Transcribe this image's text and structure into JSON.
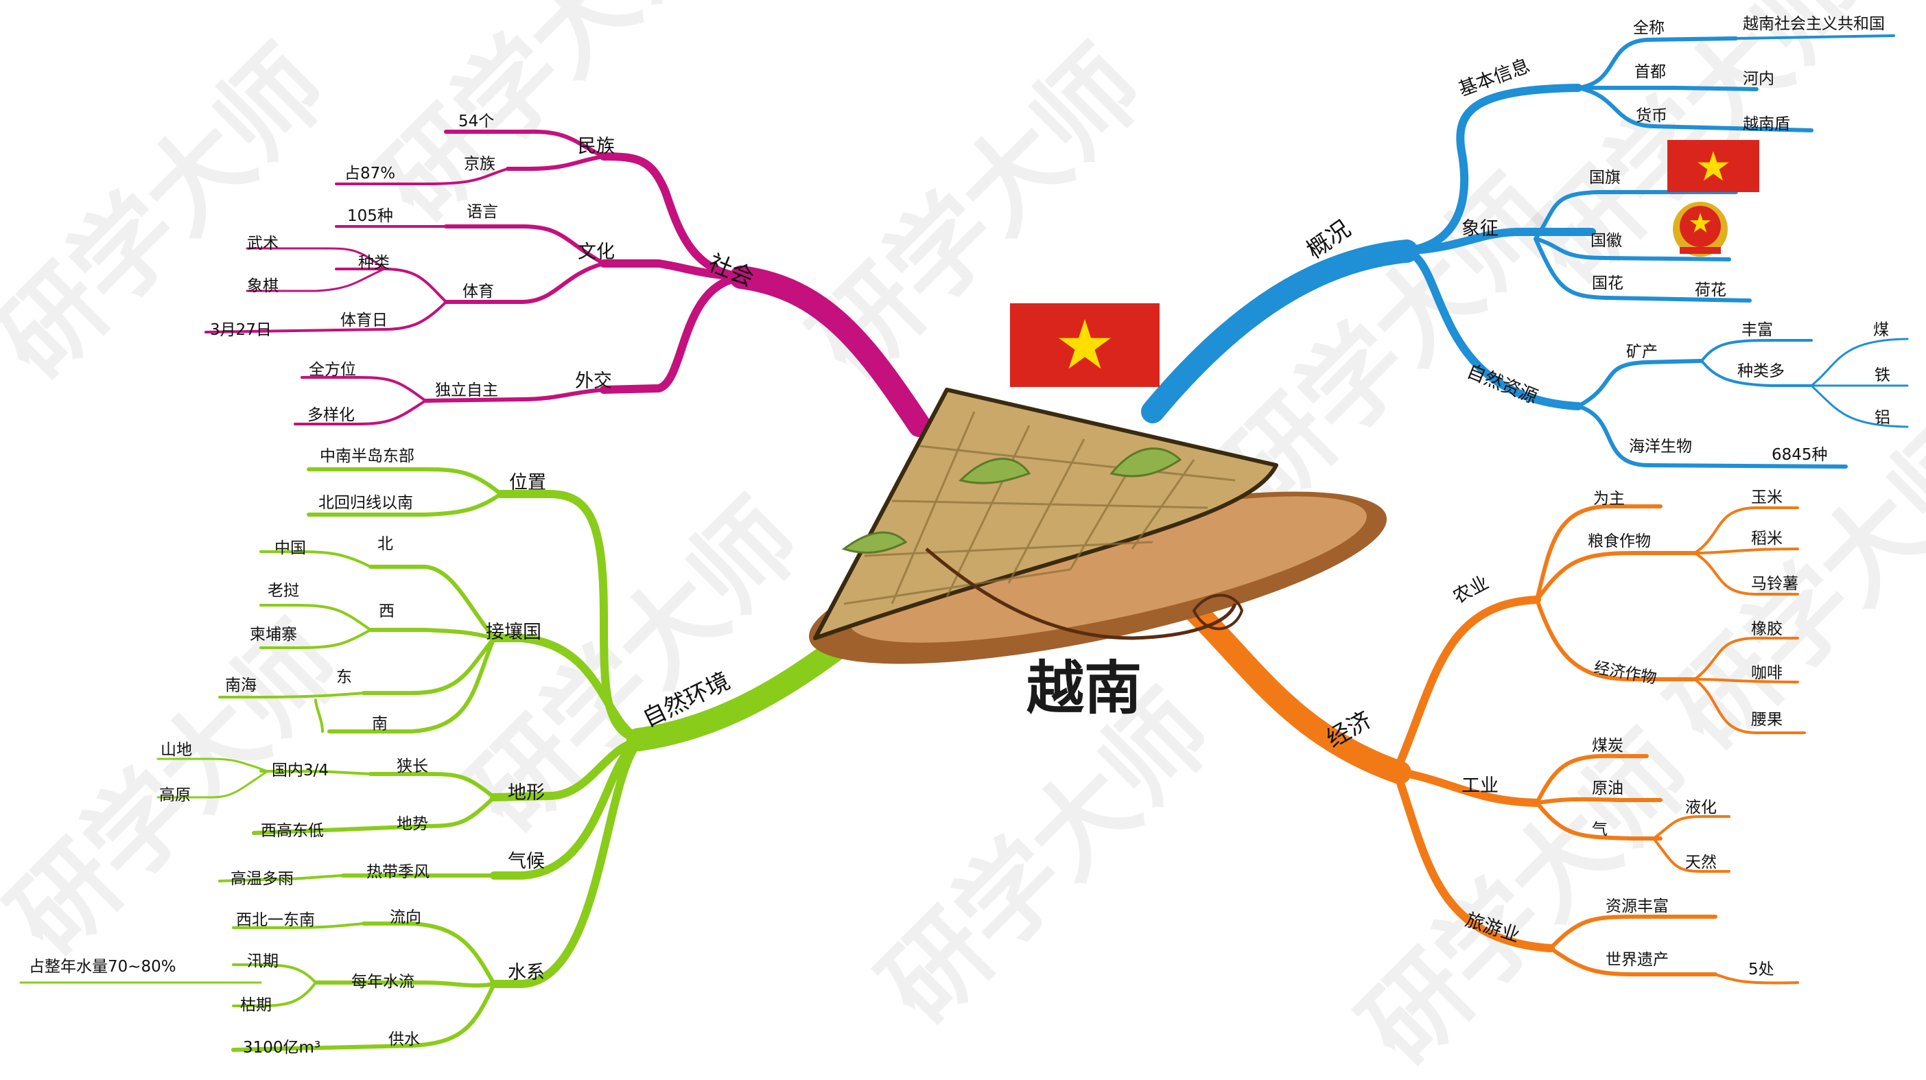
{
  "watermark": "研学大师",
  "center": {
    "title": "越南"
  },
  "colors": {
    "overview": "#1f8fd6",
    "society": "#c4117e",
    "economy": "#f27a16",
    "nature": "#8acc1a",
    "flag_red": "#da251d",
    "flag_star": "#ffde00"
  },
  "overview": {
    "label": "概况",
    "basic": {
      "label": "基本信息",
      "full_name": "全称",
      "full_name_value": "越南社会主义共和国",
      "capital": "首都",
      "capital_value": "河内",
      "currency": "货币",
      "currency_value": "越南盾"
    },
    "symbol": {
      "label": "象征",
      "flag": "国旗",
      "emblem": "国徽",
      "flower": "国花",
      "flower_value": "荷花"
    },
    "resources": {
      "label": "自然资源",
      "minerals": "矿产",
      "rich": "丰富",
      "many_kinds": "种类多",
      "coal": "煤",
      "iron": "铁",
      "aluminum": "铝",
      "marine": "海洋生物",
      "marine_value": "6845种"
    }
  },
  "economy": {
    "label": "经济",
    "agri": {
      "label": "农业",
      "main": "为主",
      "grain": "粮食作物",
      "corn": "玉米",
      "rice": "稻米",
      "potato": "马铃薯",
      "cash": "经济作物",
      "rubber": "橡胶",
      "coffee": "咖啡",
      "cashew": "腰果"
    },
    "industry": {
      "label": "工业",
      "coal": "煤炭",
      "oil": "原油",
      "gas": "气",
      "liquefied": "液化",
      "natural": "天然"
    },
    "tourism": {
      "label": "旅游业",
      "rich": "资源丰富",
      "heritage": "世界遗产",
      "heritage_value": "5处"
    }
  },
  "society": {
    "label": "社会",
    "ethnic": {
      "label": "民族",
      "count": "54个",
      "kinh": "京族",
      "kinh_share": "占87%"
    },
    "culture": {
      "label": "文化",
      "language": "语言",
      "language_value": "105种",
      "sports": "体育",
      "kinds": "种类",
      "wushu": "武术",
      "chess": "象棋",
      "sports_day": "体育日",
      "sports_day_value": "3月27日"
    },
    "diplomacy": {
      "label": "外交",
      "independent": "独立自主",
      "all_round": "全方位",
      "diverse": "多样化"
    }
  },
  "nature": {
    "label": "自然环境",
    "location": {
      "label": "位置",
      "v1": "中南半岛东部",
      "v2": "北回归线以南"
    },
    "neighbors": {
      "label": "接壤国",
      "north": "北",
      "china": "中国",
      "west": "西",
      "laos": "老挝",
      "cambodia": "柬埔寨",
      "east": "东",
      "south_sea": "南海",
      "south": "南"
    },
    "terrain": {
      "label": "地形",
      "narrow": "狭长",
      "share": "国内3/4",
      "mountain": "山地",
      "plateau": "高原",
      "trend": "地势",
      "trend_value": "西高东低"
    },
    "climate": {
      "label": "气候",
      "type": "热带季风",
      "desc": "高温多雨"
    },
    "water": {
      "label": "水系",
      "flow": "流向",
      "flow_value": "西北一东南",
      "annual": "每年水流",
      "flood": "汛期",
      "flood_share": "占整年水量70~80%",
      "dry": "枯期",
      "supply": "供水",
      "supply_value": "3100亿m³"
    }
  }
}
